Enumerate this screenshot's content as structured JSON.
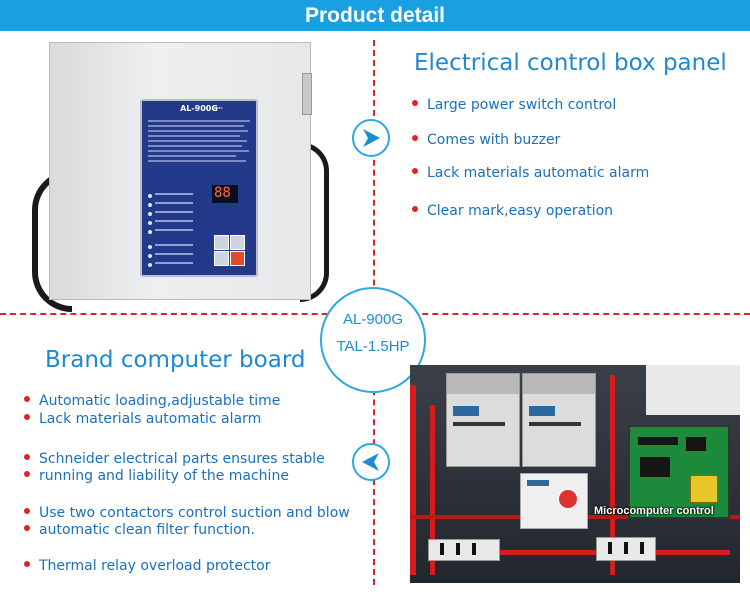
{
  "banner": {
    "title": "Product detail"
  },
  "model": {
    "line1": "AL-900G",
    "line2": "TAL-1.5HP"
  },
  "section_top": {
    "heading": "Electrical control box panel",
    "bullets": [
      "Large power switch control",
      "Comes with buzzer",
      "Lack materials automatic alarm",
      "Clear mark,easy operation"
    ]
  },
  "section_bottom": {
    "heading": "Brand computer board",
    "bullets": [
      {
        "text": "Automatic loading,adjustable time",
        "dot": true
      },
      {
        "text": "Lack materials automatic alarm",
        "dot": true
      },
      {
        "text": "Schneider electrical parts ensures stable",
        "dot": true
      },
      {
        "text": "running and liability of the machine",
        "dot": true
      },
      {
        "text": "Use two contactors control suction and blow",
        "dot": true
      },
      {
        "text": "automatic clean filter function.",
        "dot": true
      },
      {
        "text": "Thermal relay overload protector",
        "dot": true
      }
    ]
  },
  "panel": {
    "model": "AL-900G",
    "series": "SERIES",
    "display": "88"
  },
  "photo": {
    "label": "Microcomputer control"
  },
  "colors": {
    "accent": "#1aa0e2",
    "divider": "#e0232a",
    "text": "#1a6fbf"
  },
  "icons": {
    "right_arrow": "play-right-icon",
    "left_arrow": "play-left-icon"
  }
}
